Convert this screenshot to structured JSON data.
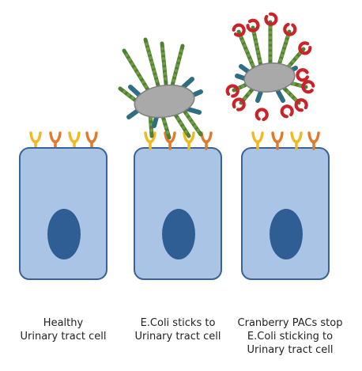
{
  "panels": [
    {
      "id": "healthy",
      "caption_lines": [
        "Healthy",
        "Urinary tract cell"
      ],
      "has_ecoli": false,
      "has_pacs": false
    },
    {
      "id": "ecoli-attached",
      "caption_lines": [
        "E.Coli sticks to",
        "Urinary tract cell"
      ],
      "has_ecoli": true,
      "has_pacs": false
    },
    {
      "id": "pacs-blocking",
      "caption_lines": [
        "Cranberry PACs stop",
        "E.Coli sticking to",
        "Urinary tract cell"
      ],
      "has_ecoli": true,
      "has_pacs": true
    }
  ],
  "colors": {
    "cell_fill": "#aac4e6",
    "cell_stroke": "#3a6294",
    "nucleus": "#2f5e94",
    "receptor_yellow": "#f2b822",
    "receptor_orange": "#e3792a",
    "bacterium_body": "#a9a9a9",
    "bacterium_stroke": "#7f7f7f",
    "pili": "#4f7f34",
    "pili_knot": "#6f9e3f",
    "adhesin": "#2e6d82",
    "pac_red": "#c8242a"
  },
  "icons": {
    "receptor": "y-shaped-receptor",
    "bacterium": "e-coli-bacterium",
    "pac": "cranberry-pac-molecule"
  }
}
